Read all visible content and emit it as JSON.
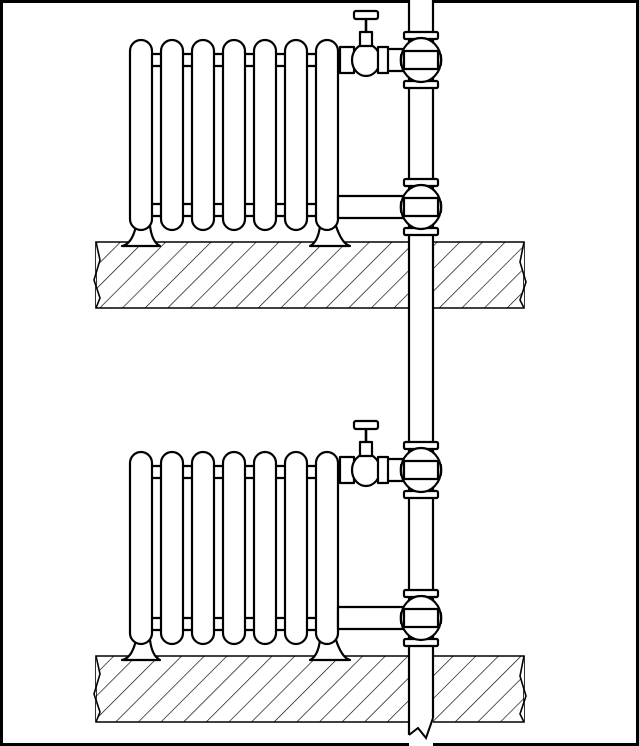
{
  "figure": {
    "description_text": "",
    "floors": [
      {
        "id": "upper",
        "radiator_sections": 7
      },
      {
        "id": "lower",
        "radiator_sections": 7
      }
    ],
    "colors": {
      "ink": "#000000",
      "paper": "#ffffff"
    },
    "icons": [
      "radiator",
      "valve-handwheel",
      "pipe-union",
      "floor-slab-hatched",
      "riser-pipe"
    ]
  }
}
